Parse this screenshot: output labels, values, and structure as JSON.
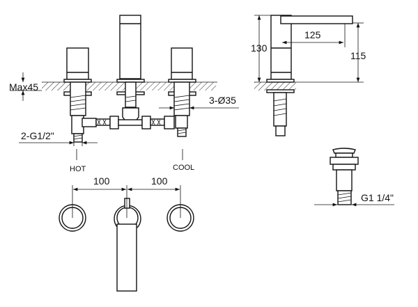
{
  "front_view": {
    "depth_label": "Max45",
    "hole_label": "3-Ø35",
    "inlet_label": "2-G1/2\"",
    "hot_label": "HOT",
    "cool_label": "COOL"
  },
  "side_view": {
    "height_label": "130",
    "reach_label": "125",
    "spout_height_label": "115"
  },
  "top_view": {
    "spacing_left_label": "100",
    "spacing_right_label": "100"
  },
  "waste_view": {
    "thread_label": "G1 1/4\""
  },
  "colors": {
    "line": "#111111",
    "background": "#ffffff"
  }
}
